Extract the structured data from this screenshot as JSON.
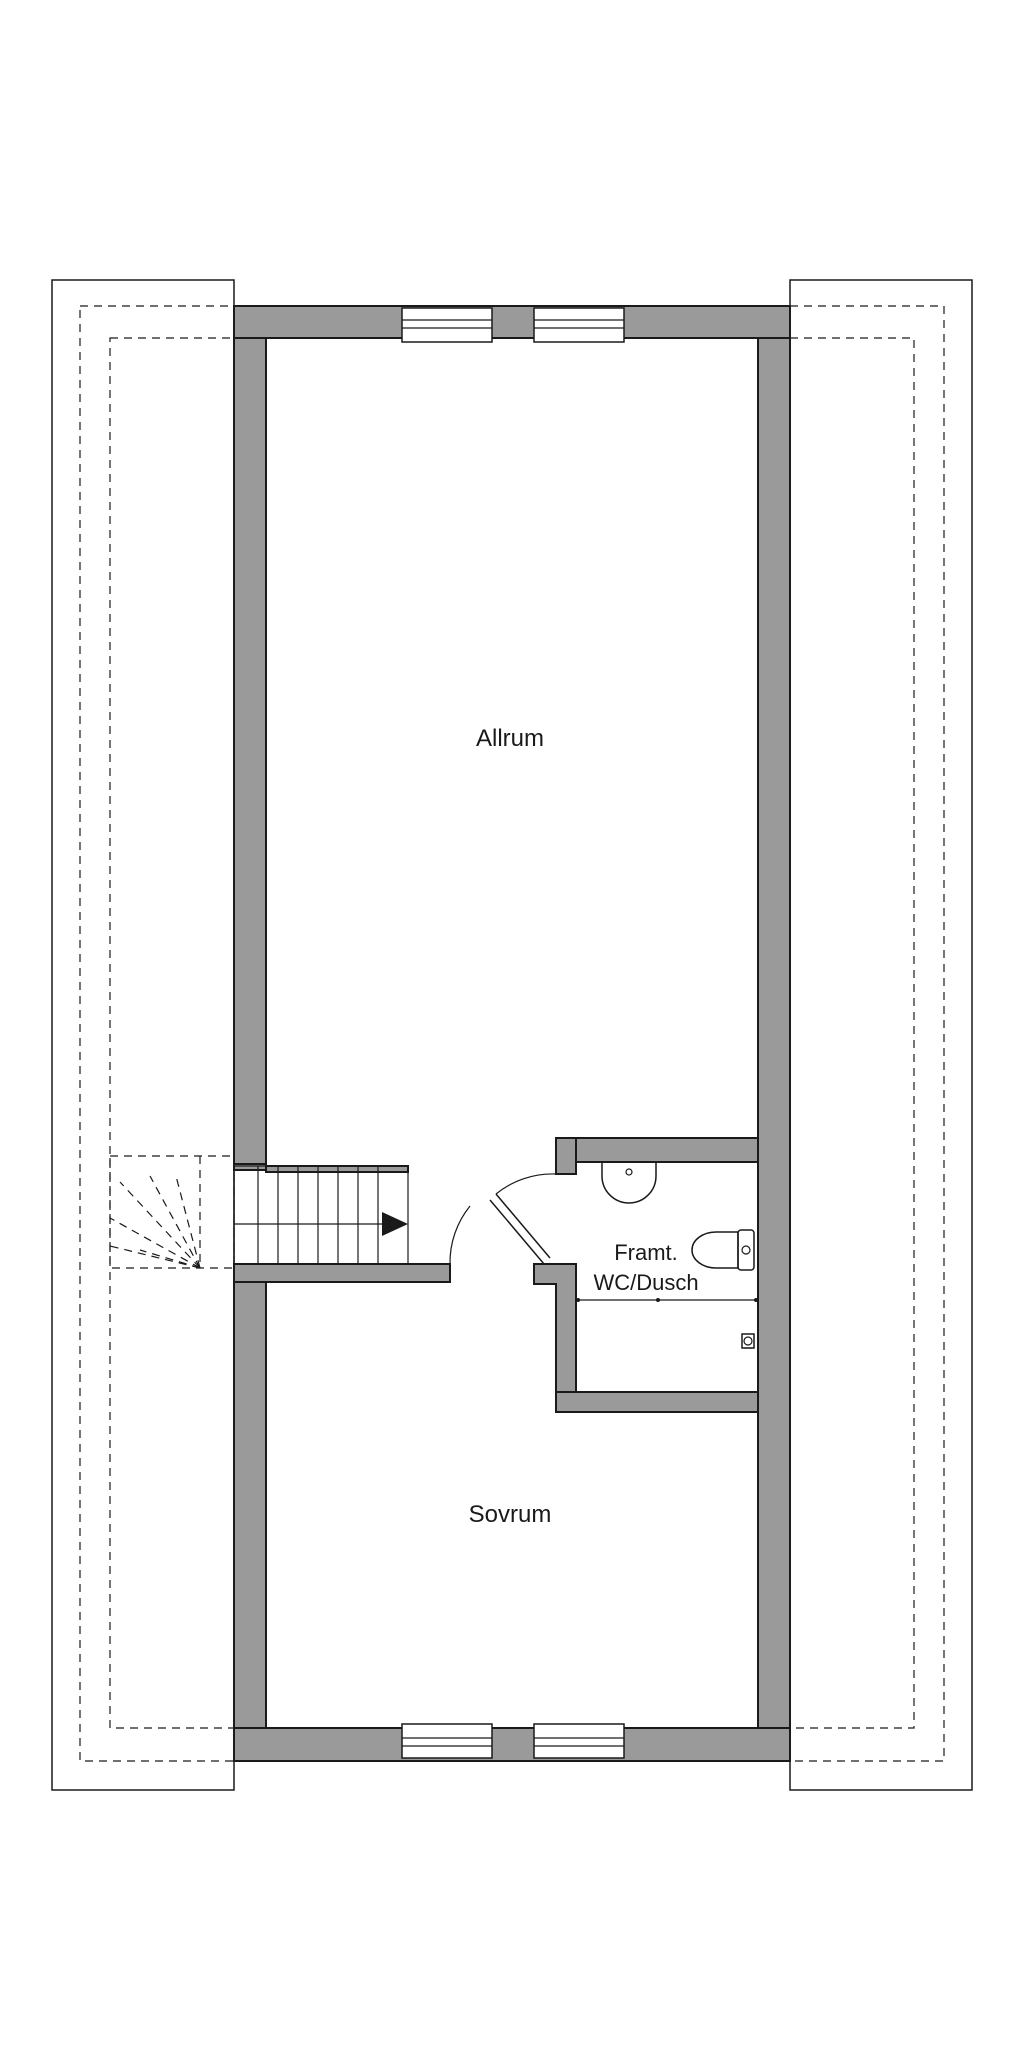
{
  "rooms": {
    "living": "Allrum",
    "bedroom": "Sovrum",
    "bathroom_line1": "Framt.",
    "bathroom_line2": "WC/Dusch"
  },
  "icons": {
    "stair_direction": "arrow-right-icon",
    "toilet": "toilet-icon",
    "sink": "sink-icon",
    "shower": "shower-icon"
  },
  "colors": {
    "wall_fill": "#9a9a9a",
    "line": "#1a1a1a",
    "background": "#ffffff"
  }
}
